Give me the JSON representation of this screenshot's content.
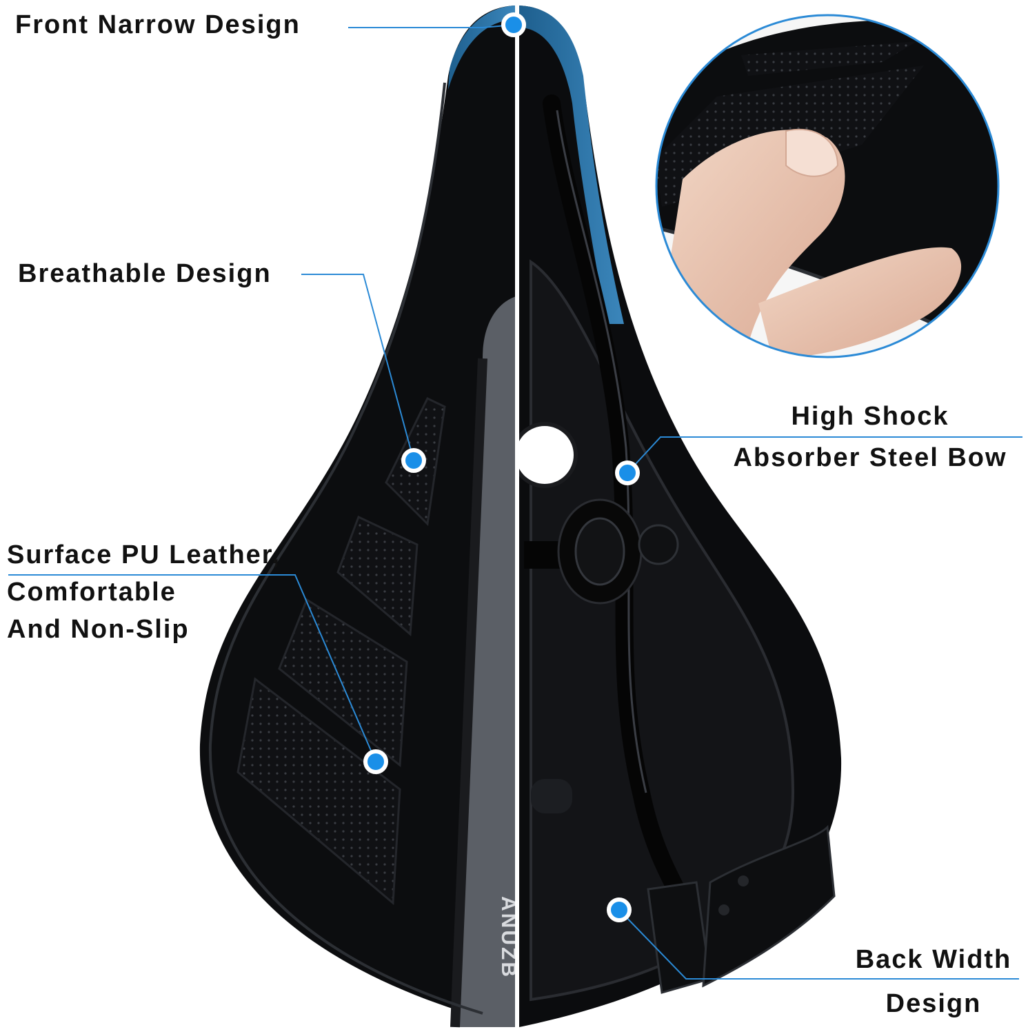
{
  "colors": {
    "accent": "#1a8fe8",
    "leader_line": "#2b8ad6",
    "saddle_black": "#0c0d0f",
    "stripe_gray": "#5b5f66",
    "background": "#ffffff"
  },
  "callouts": {
    "front": {
      "text": "Front Narrow Design"
    },
    "breathable": {
      "text": "Breathable Design"
    },
    "surface": {
      "lines": [
        "Surface PU Leather,",
        "Comfortable",
        "And Non-Slip"
      ]
    },
    "shock": {
      "lines": [
        "High Shock",
        "Absorber Steel Bow"
      ]
    },
    "back": {
      "lines": [
        "Back Width",
        "Design"
      ]
    }
  },
  "brand_mark": "ANUZB",
  "inset": {
    "subject": "finger pressing saddle cushion"
  }
}
